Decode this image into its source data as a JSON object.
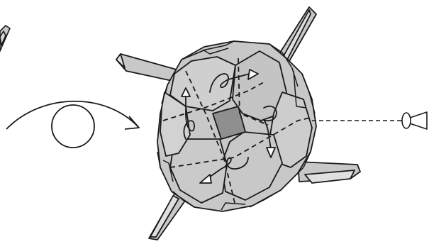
{
  "diagram": {
    "kind": "origami-instruction-step",
    "elements": [
      "partial-model-fragment",
      "rotate-view-symbol",
      "origami-ball-model",
      "view-direction-arrow",
      "eye-icon"
    ],
    "fold_arrows": 4,
    "protruding_flaps": 4,
    "colors": {
      "paper": "#c8c8c8",
      "paper_light": "#d9d9d9",
      "paper_dark": "#8f8f8f",
      "line": "#1a1a1a",
      "background": "#ffffff"
    }
  }
}
